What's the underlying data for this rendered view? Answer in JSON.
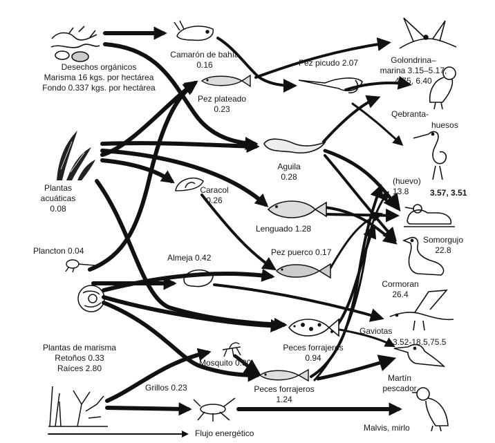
{
  "nodes": {
    "desechos": {
      "line1": "Desechos orgánicos",
      "line2": "Marisma 16 kgs. por hectárea",
      "line3": "Fondo 0.337 kgs. por hectárea"
    },
    "plantas_acuaticas": {
      "line1": "Plantas",
      "line2": "acuáticas",
      "line3": "0.08"
    },
    "plancton": {
      "label": "Plancton 0.04"
    },
    "plantas_marisma": {
      "line1": "Plantas de marisma",
      "line2": "Retoños 0.33",
      "line3": "Raíces 2.80"
    },
    "camaron": {
      "line1": "Camarón de bahía",
      "line2": "0.16"
    },
    "pez_plateado": {
      "line1": "Pez plateado",
      "line2": "0.23"
    },
    "pez_picudo": {
      "label": "Pez picudo 2.07"
    },
    "aguila": {
      "line1": "Aguila",
      "line2": "0.28"
    },
    "caracol": {
      "line1": "Caracol",
      "line2": "0.26"
    },
    "lenguado": {
      "label": "Lenguado 1.28"
    },
    "pez_puerco": {
      "label": "Pez puerco 0.17"
    },
    "almeja": {
      "label": "Almeja 0.42"
    },
    "peces_forrajeros_1": {
      "line1": "Peces forrajeros",
      "line2": "0.94"
    },
    "mosquito": {
      "label": "Mosquito 0.30"
    },
    "grillos": {
      "label": "Grillos 0.23"
    },
    "peces_forrajeros_2": {
      "line1": "Peces forrajeros",
      "line2": "1.24"
    },
    "golondrina": {
      "line1": "Golondrina–",
      "line2": "marina 3.15–5.17,",
      "line3": "4.75, 6.40"
    },
    "quebrantahuesos": {
      "line1": "Qebranta-",
      "line2": "huesos"
    },
    "huevo": {
      "line1": "(huevo)",
      "line2": "13.8",
      "extra": "3.57, 3.51"
    },
    "somorgujo": {
      "line1": "Somorgujo",
      "line2": "22.8"
    },
    "cormoran": {
      "line1": "Cormoran",
      "line2": "26.4"
    },
    "gaviotas": {
      "label": "Gaviotas",
      "values": "3.52-18.5,75.5"
    },
    "martin": {
      "line1": "Martín",
      "line2": "pescador"
    },
    "malvis": {
      "label": "Malvis, mirlo"
    }
  },
  "legend": {
    "label": "Flujo energético"
  }
}
